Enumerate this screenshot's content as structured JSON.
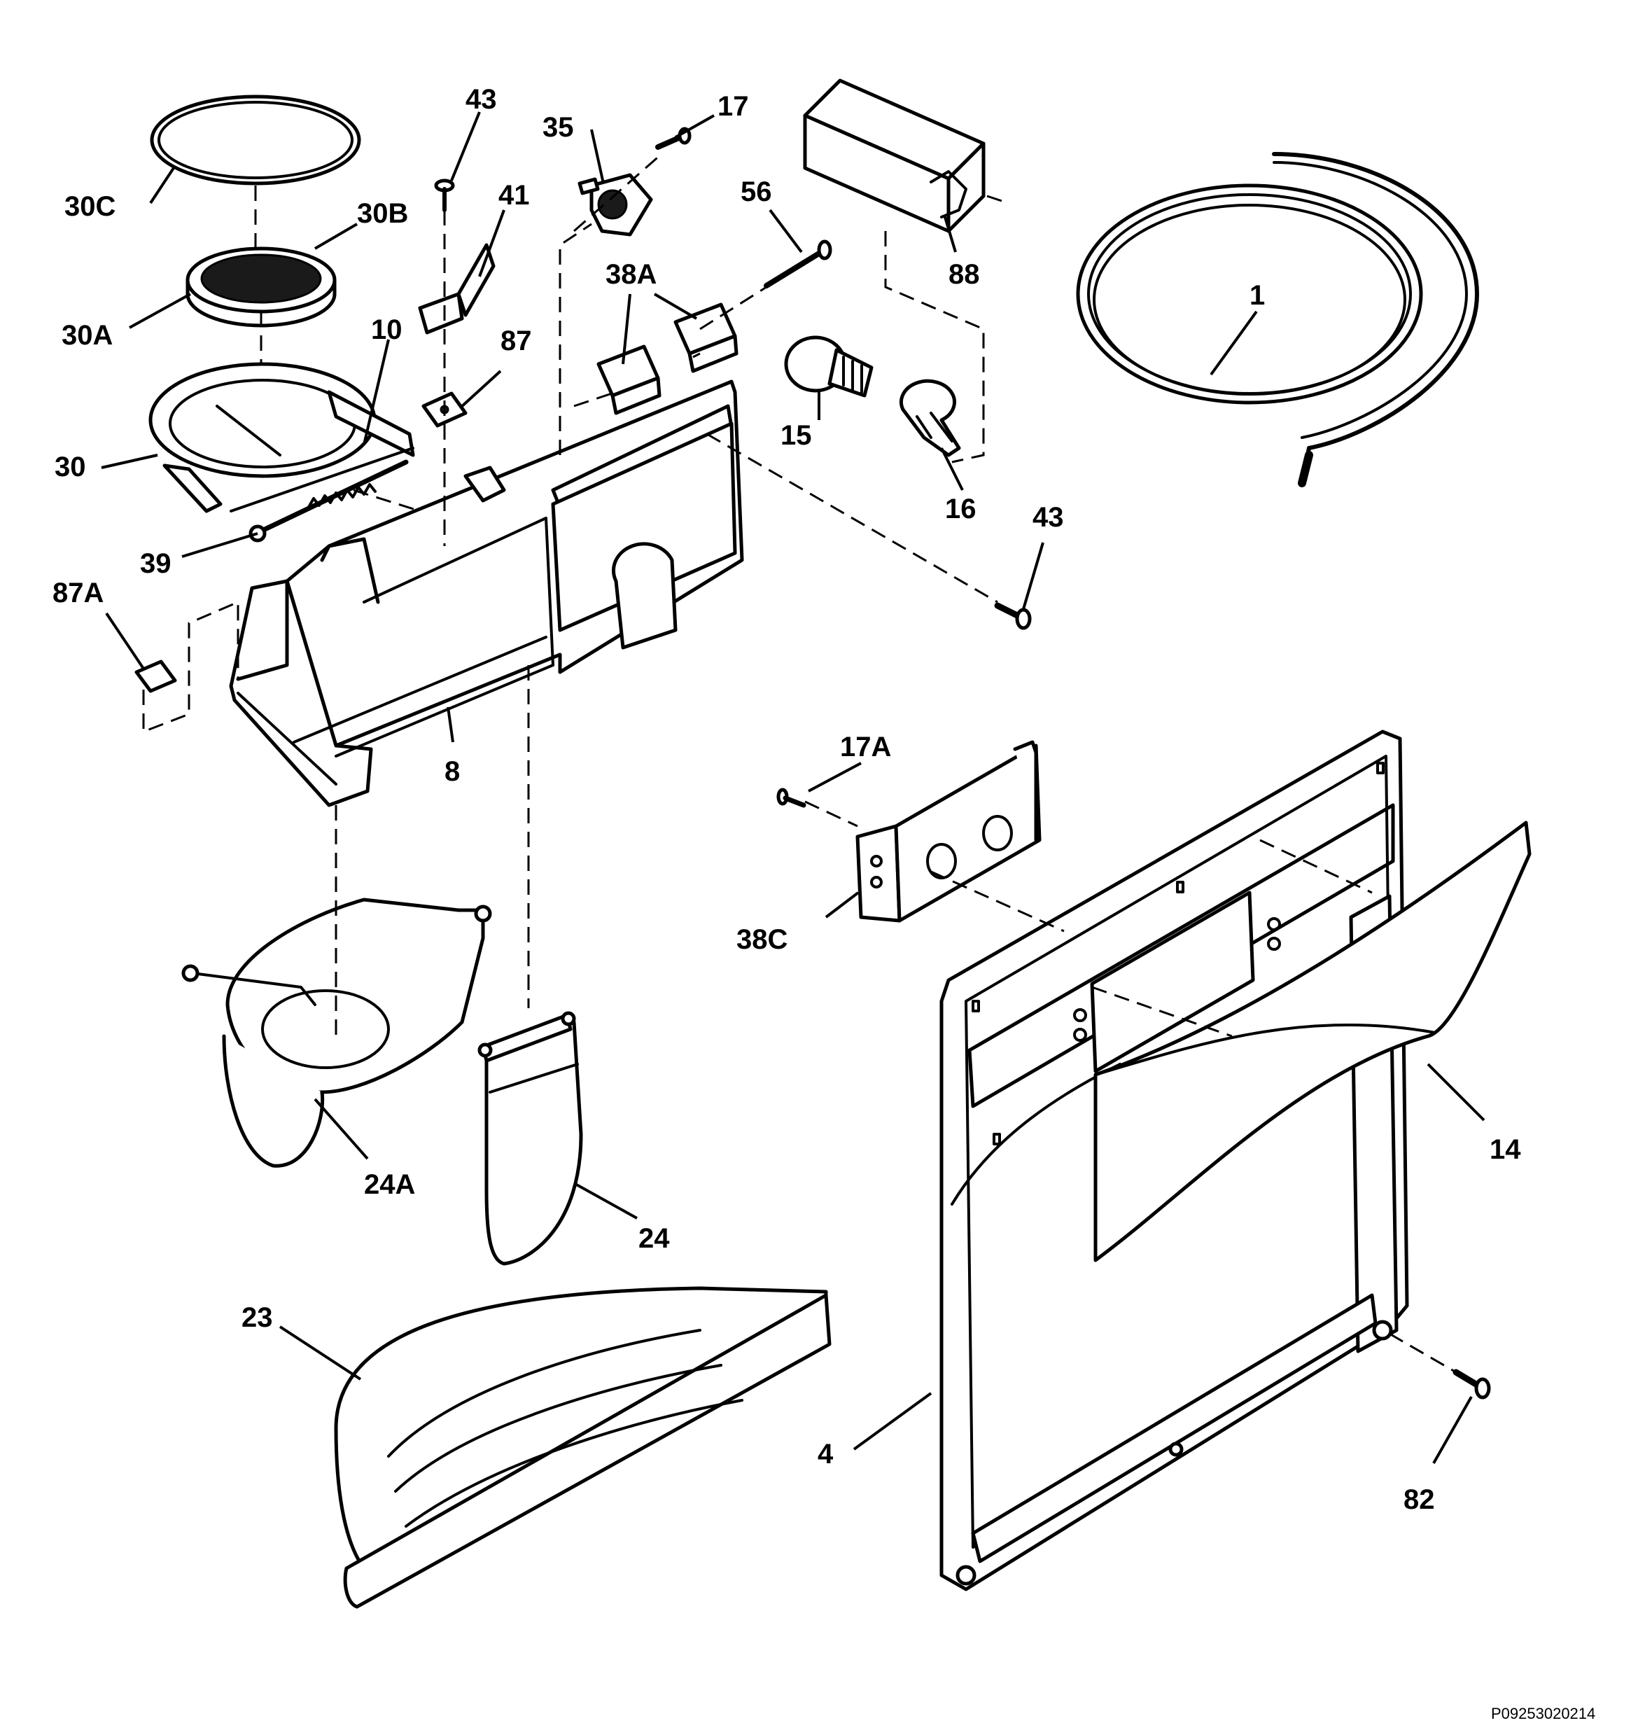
{
  "labels": {
    "p1": "1",
    "p4": "4",
    "p8": "8",
    "p10": "10",
    "p14": "14",
    "p15": "15",
    "p16": "16",
    "p17": "17",
    "p17a": "17A",
    "p23": "23",
    "p24": "24",
    "p24a": "24A",
    "p30": "30",
    "p30a": "30A",
    "p30b": "30B",
    "p30c": "30C",
    "p35": "35",
    "p38a": "38A",
    "p38c": "38C",
    "p39": "39",
    "p41": "41",
    "p43_top": "43",
    "p43_right": "43",
    "p56": "56",
    "p82": "82",
    "p87": "87",
    "p87a": "87A",
    "p88": "88"
  },
  "reference": "P09253020214"
}
